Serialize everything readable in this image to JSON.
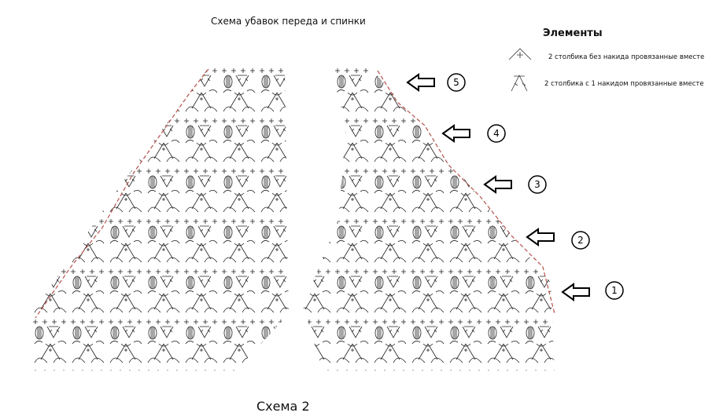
{
  "title": "Схема убавок переда и спинки",
  "legend": {
    "heading": "Элементы",
    "items": [
      {
        "icon": "dc2tog-no-yarnover-icon",
        "label": "2 столбика без накида провязанные вместе"
      },
      {
        "icon": "dc2tog-one-yarnover-icon",
        "label": "2 столбика с 1 накидом провязанные вместе"
      }
    ]
  },
  "markers": [
    "5",
    "4",
    "3",
    "2",
    "1"
  ],
  "caption": "Схема 2",
  "colors": {
    "ink": "#222222",
    "decrease": "#b5524a"
  }
}
